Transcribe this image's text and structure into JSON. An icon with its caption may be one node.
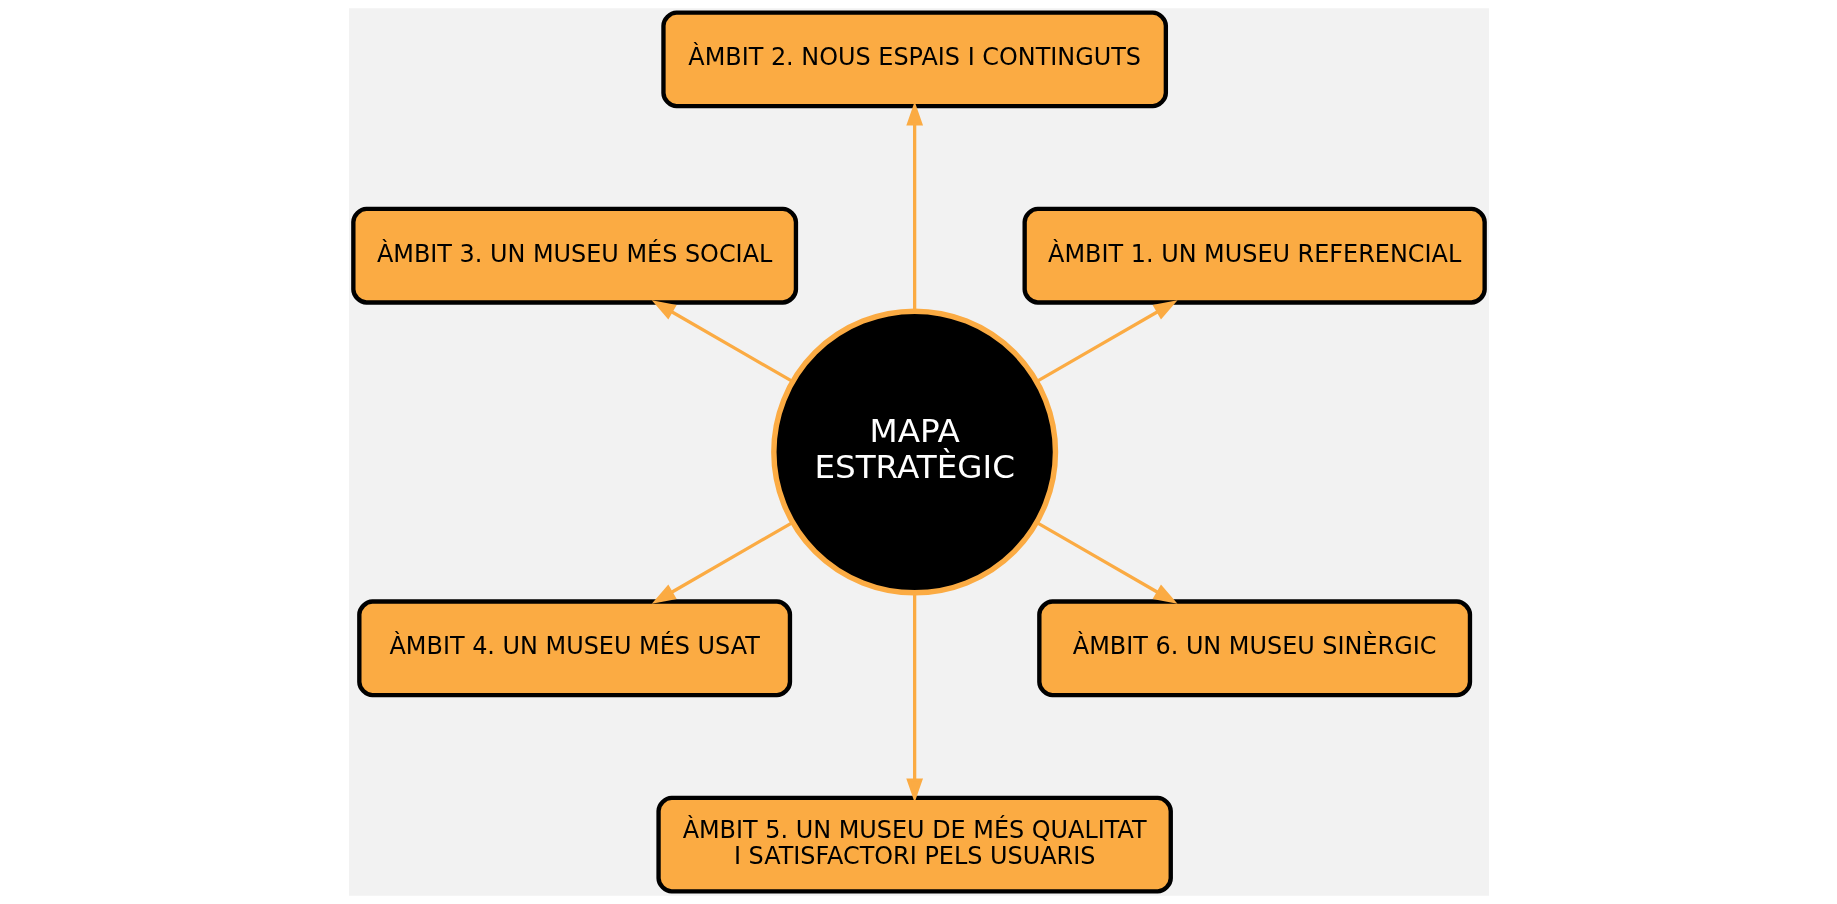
{
  "diagram": {
    "nodes": [
      {
        "text": [
          "MAPA ESTRATÈGIC"
        ]
      },
      {
        "text": [
          "ÀMBIT 1. UN MUSEU REFERENCIAL"
        ]
      },
      {
        "text": [
          "ÀMBIT 2. NOUS ESPAIS I CONTINGUTS"
        ]
      },
      {
        "text": [
          "ÀMBIT 3. UN MUSEU MÉS SOCIAL"
        ]
      },
      {
        "text": [
          "ÀMBIT 4. UN MUSEU MÉS USAT"
        ]
      },
      {
        "text": [
          "ÀMBIT 5. UN MUSEU DE MÉS QUALITAT I SATISFACTORI PELS USUARIS"
        ]
      },
      {
        "text": [
          "ÀMBIT 6. UN MUSEU SINÈRGIC"
        ]
      }
    ],
    "edges": [
      {
        "from": 0,
        "to": 1,
        "arrow": "to"
      },
      {
        "from": 0,
        "to": 2,
        "arrow": "to"
      },
      {
        "from": 0,
        "to": 3,
        "arrow": "to"
      },
      {
        "from": 0,
        "to": 4,
        "arrow": "to"
      },
      {
        "from": 0,
        "to": 5,
        "arrow": "to"
      },
      {
        "from": 0,
        "to": 6,
        "arrow": "to"
      }
    ]
  }
}
